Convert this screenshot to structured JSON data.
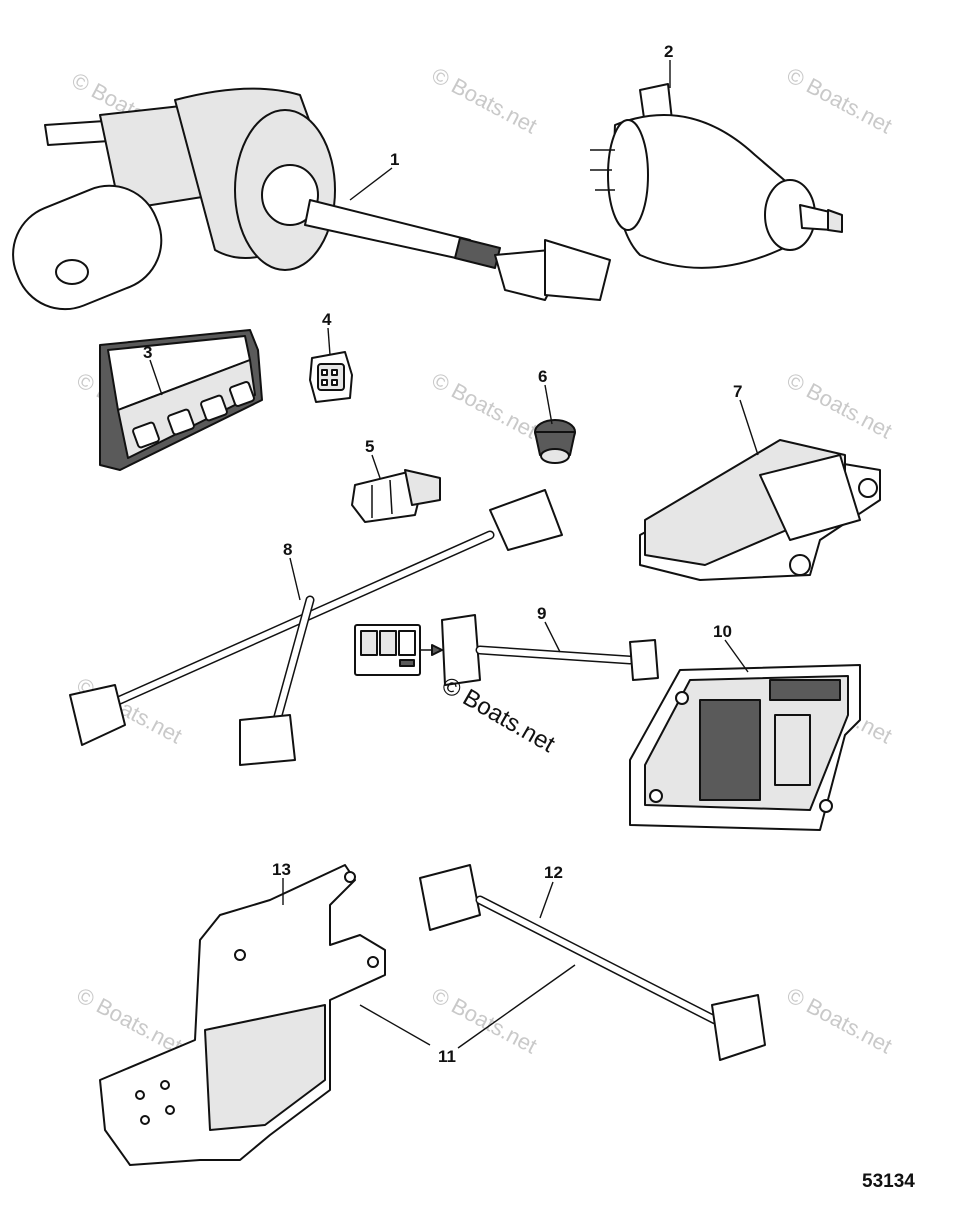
{
  "diagram": {
    "callouts": [
      "1",
      "2",
      "3",
      "4",
      "5",
      "6",
      "7",
      "8",
      "9",
      "10",
      "11",
      "12",
      "13"
    ],
    "watermark": "© Boats.net",
    "reference_number": "53134",
    "icons": [
      "steering-actuator-icon",
      "helm-sensor-icon",
      "connector-cap-icon",
      "connector-4pin-icon",
      "connector-3pin-icon",
      "plug-icon",
      "control-module-icon",
      "harness-y-icon",
      "switch-harness-icon",
      "ecu-module-icon",
      "harness-icon",
      "mounting-bracket-icon"
    ]
  }
}
